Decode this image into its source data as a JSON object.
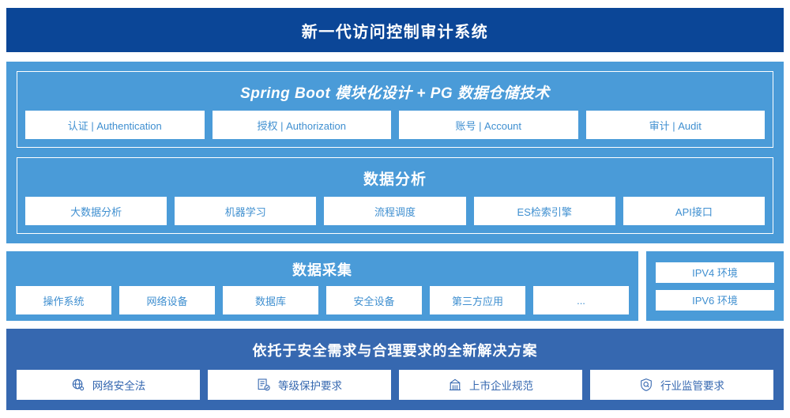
{
  "header": {
    "title": "新一代访问控制审计系统"
  },
  "architecture": {
    "platform": {
      "title": "Spring Boot 模块化设计 + PG 数据仓储技术",
      "cards": [
        {
          "label": "认证 | Authentication"
        },
        {
          "label": "授权 | Authorization"
        },
        {
          "label": "账号 | Account"
        },
        {
          "label": "审计 | Audit"
        }
      ]
    },
    "analysis": {
      "title": "数据分析",
      "cards": [
        {
          "label": "大数据分析"
        },
        {
          "label": "机器学习"
        },
        {
          "label": "流程调度"
        },
        {
          "label": "ES检索引擎"
        },
        {
          "label": "API接口"
        }
      ]
    }
  },
  "collection": {
    "title": "数据采集",
    "cards": [
      {
        "label": "操作系统"
      },
      {
        "label": "网络设备"
      },
      {
        "label": "数据库"
      },
      {
        "label": "安全设备"
      },
      {
        "label": "第三方应用"
      },
      {
        "label": "..."
      }
    ],
    "environments": [
      {
        "label": "IPV4 环境"
      },
      {
        "label": "IPV6 环境"
      }
    ]
  },
  "solution": {
    "title": "依托于安全需求与合理要求的全新解决方案",
    "cards": [
      {
        "label": "网络安全法",
        "icon": "globe-icon"
      },
      {
        "label": "等级保护要求",
        "icon": "document-check-icon"
      },
      {
        "label": "上市企业规范",
        "icon": "building-icon"
      },
      {
        "label": "行业监管要求",
        "icon": "shield-search-icon"
      }
    ]
  },
  "colors": {
    "header_navy": "#0b4697",
    "panel_light_blue": "#4a9bd8",
    "solution_blue": "#3668b0",
    "card_text_blue": "#3f8fd0",
    "card_bg": "#ffffff"
  }
}
